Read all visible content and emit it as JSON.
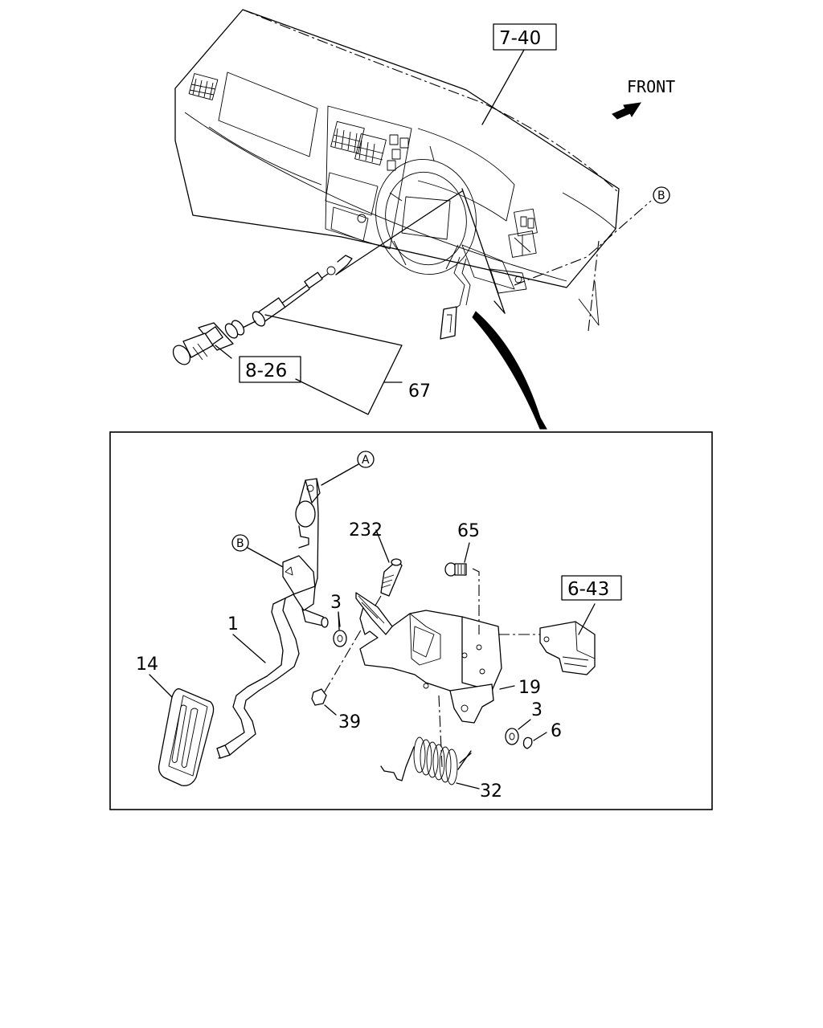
{
  "direction": {
    "label": "FRONT"
  },
  "references": {
    "ref_7_40": "7-40",
    "ref_8_26": "8-26",
    "ref_6_43": "6-43"
  },
  "connectors": {
    "a": "A",
    "b": "B"
  },
  "parts": {
    "p67": "67",
    "p232": "232",
    "p65": "65",
    "p3_left": "3",
    "p1": "1",
    "p14": "14",
    "p39": "39",
    "p19": "19",
    "p3_right": "3",
    "p6": "6",
    "p32": "32"
  }
}
